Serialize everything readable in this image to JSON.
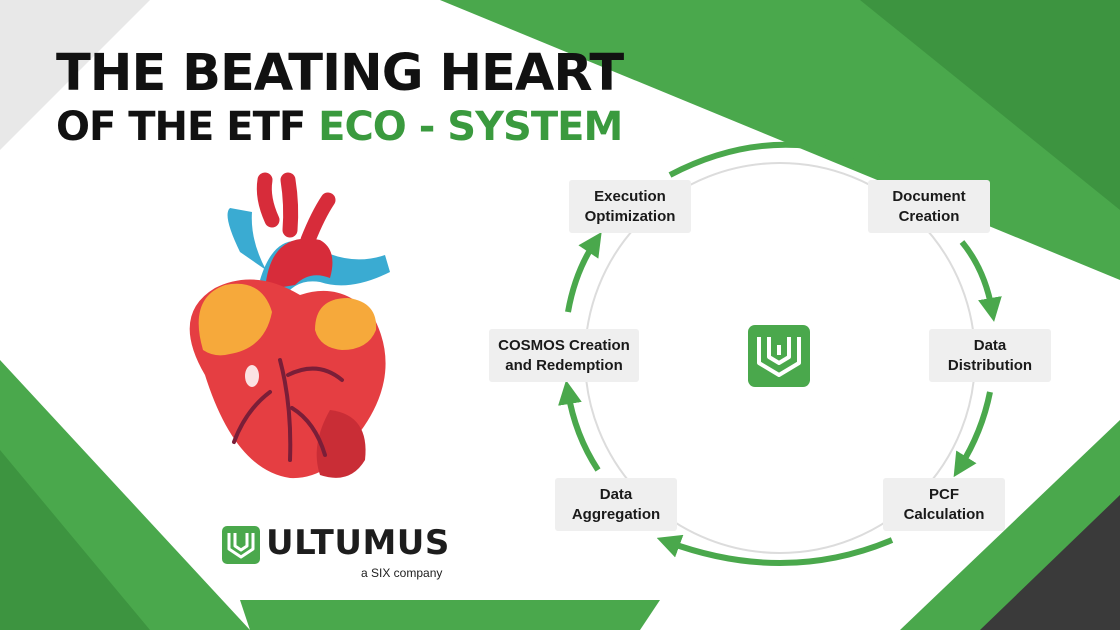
{
  "title": {
    "line1": "THE BEATING HEART",
    "line2_prefix": "OF THE ETF ",
    "line2_accent": "ECO - SYSTEM"
  },
  "cycle": {
    "steps": [
      "Document\nCreation",
      "Data\nDistribution",
      "PCF\nCalculation",
      "Data\nAggregation",
      "COSMOS Creation\nand Redemption",
      "Execution\nOptimization"
    ]
  },
  "brand": {
    "name": "ULTUMUS",
    "tagline": "a SIX company"
  },
  "colors": {
    "green": "#4aa84c",
    "title_accent": "#3a9a3e",
    "dark_corner": "#3a3a3a",
    "node_fill": "#efefef"
  },
  "icons": {
    "center_logo": "ultumus-logo-icon",
    "illustration": "anatomical-heart-icon"
  }
}
